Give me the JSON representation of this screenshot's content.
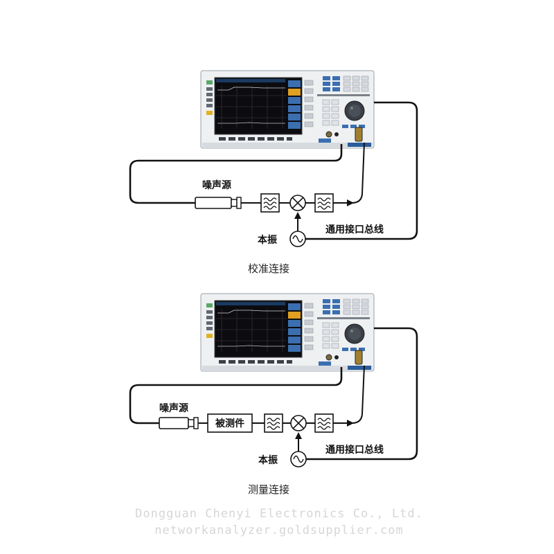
{
  "diagrams": {
    "calibration": {
      "caption": "校准连接",
      "noise_source_label": "噪声源",
      "lo_label": "本振",
      "bus_label": "通用接口总线"
    },
    "measurement": {
      "caption": "测量连接",
      "noise_source_label": "噪声源",
      "dut_label": "被测件",
      "lo_label": "本振",
      "bus_label": "通用接口总线"
    }
  },
  "watermark": {
    "line1": "Dongguan Chenyi Electronics Co., Ltd.",
    "line2": "networkanalyzer.goldsupplier.com"
  },
  "colors": {
    "cable": "#111111",
    "instrument_body": "#eef0f2",
    "screen": "#0c0c10",
    "trace": "#e0a020",
    "softkey": "#3b6fb0",
    "watermark": "#d6d6d6"
  }
}
